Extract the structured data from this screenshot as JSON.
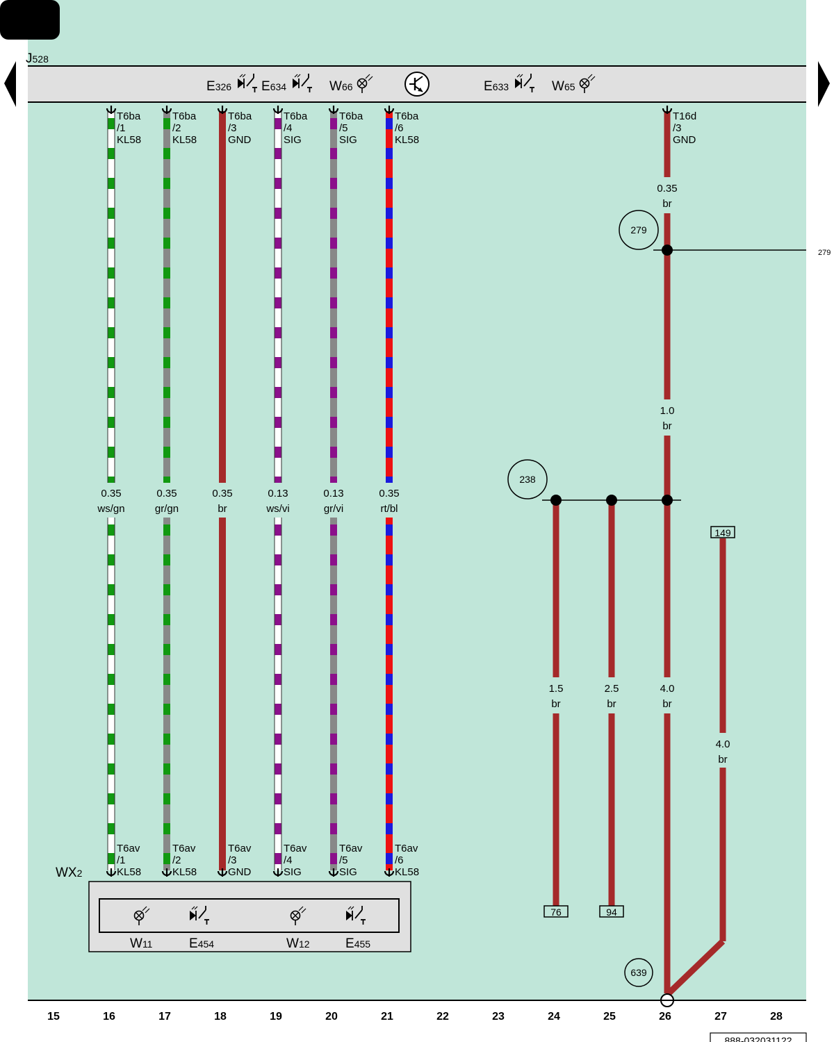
{
  "colors": {
    "background": "#c0e6d9",
    "header_bar": "#e0e0e0",
    "br": "#a52a2a",
    "ws": "#ffffff",
    "gn": "#119911",
    "gr": "#888888",
    "vi": "#8b108b",
    "rt": "#ee1111",
    "bl": "#1a1add"
  },
  "control_unit": {
    "main": "J",
    "sub": "528"
  },
  "header_components": [
    {
      "main": "E",
      "sub": "326",
      "icon": "switch-led-icon"
    },
    {
      "main": "E",
      "sub": "634",
      "icon": "switch-led-icon"
    },
    {
      "main": "W",
      "sub": "66",
      "icon": "lamp-icon"
    },
    {
      "main": "",
      "sub": "",
      "icon": "transistor-icon"
    },
    {
      "main": "E",
      "sub": "633",
      "icon": "switch-led-icon"
    },
    {
      "main": "W",
      "sub": "65",
      "icon": "lamp-icon"
    }
  ],
  "wires": [
    {
      "top_conn": "T6ba",
      "top_pin": "/1",
      "top_sig": "KL58",
      "size": "0.35",
      "color": "ws/gn",
      "bot_conn": "T6av",
      "bot_pin": "/1",
      "bot_sig": "KL58"
    },
    {
      "top_conn": "T6ba",
      "top_pin": "/2",
      "top_sig": "KL58",
      "size": "0.35",
      "color": "gr/gn",
      "bot_conn": "T6av",
      "bot_pin": "/2",
      "bot_sig": "KL58"
    },
    {
      "top_conn": "T6ba",
      "top_pin": "/3",
      "top_sig": "GND",
      "size": "0.35",
      "color": "br",
      "bot_conn": "T6av",
      "bot_pin": "/3",
      "bot_sig": "GND"
    },
    {
      "top_conn": "T6ba",
      "top_pin": "/4",
      "top_sig": "SIG",
      "size": "0.13",
      "color": "ws/vi",
      "bot_conn": "T6av",
      "bot_pin": "/4",
      "bot_sig": "SIG"
    },
    {
      "top_conn": "T6ba",
      "top_pin": "/5",
      "top_sig": "SIG",
      "size": "0.13",
      "color": "gr/vi",
      "bot_conn": "T6av",
      "bot_pin": "/5",
      "bot_sig": "SIG"
    },
    {
      "top_conn": "T6ba",
      "top_pin": "/6",
      "top_sig": "KL58",
      "size": "0.35",
      "color": "rt/bl",
      "bot_conn": "T6av",
      "bot_pin": "/6",
      "bot_sig": "KL58"
    }
  ],
  "wx2": {
    "label_main": "WX",
    "label_sub": "2",
    "components": [
      {
        "main": "W",
        "sub": "11",
        "icon": "lamp-icon"
      },
      {
        "main": "E",
        "sub": "454",
        "icon": "switch-led-icon"
      },
      {
        "main": "W",
        "sub": "12",
        "icon": "lamp-icon"
      },
      {
        "main": "E",
        "sub": "455",
        "icon": "switch-led-icon"
      }
    ]
  },
  "ground_main": {
    "conn": "T16d",
    "pin": "/3",
    "sig": "GND",
    "sizes": [
      {
        "size": "0.35",
        "color": "br"
      },
      {
        "size": "1.0",
        "color": "br"
      },
      {
        "size": "4.0",
        "color": "br"
      }
    ]
  },
  "ground_branches": [
    {
      "size": "1.5",
      "color": "br",
      "ref": "76"
    },
    {
      "size": "2.5",
      "color": "br",
      "ref": "94"
    }
  ],
  "ground_return": {
    "size": "4.0",
    "color": "br",
    "ref": "149"
  },
  "splice_refs": {
    "upper": "279",
    "lower": "238",
    "ground_point": "639",
    "continuation": "279"
  },
  "column_numbers": [
    "15",
    "16",
    "17",
    "18",
    "19",
    "20",
    "21",
    "22",
    "23",
    "24",
    "25",
    "26",
    "27",
    "28"
  ],
  "document_code": "888-032031122"
}
